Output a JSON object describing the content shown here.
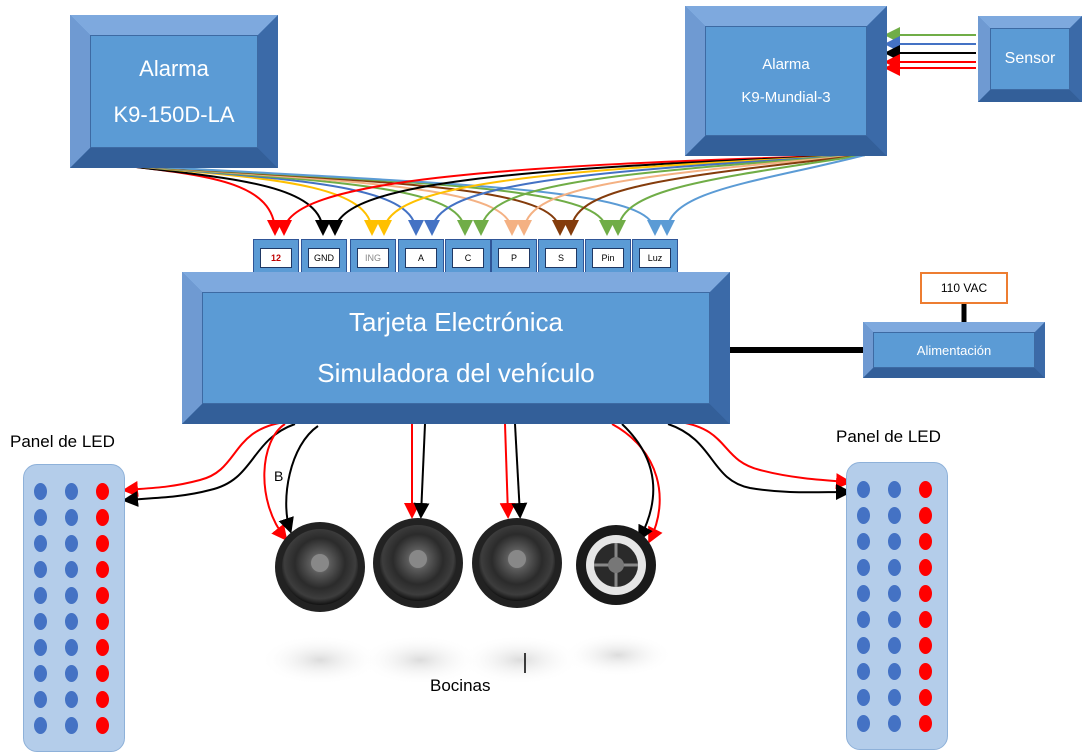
{
  "alarm_left": {
    "line1": "Alarma",
    "line2": "K9-150D-LA"
  },
  "alarm_right": {
    "line1": "Alarma",
    "line2": "K9-Mundial-3"
  },
  "sensor": {
    "label": "Sensor"
  },
  "terminals": [
    "12",
    "GND",
    "ING",
    "A",
    "C",
    "P",
    "S",
    "Pin",
    "Luz"
  ],
  "board": {
    "line1": "Tarjeta Electrónica",
    "line2": "Simuladora del vehículo"
  },
  "power": {
    "vac_label": "110 VAC",
    "supply_label": "Alimentación"
  },
  "panel_left_label": "Panel de LED",
  "panel_right_label": "Panel de LED",
  "speakers_label": "Bocinas",
  "speaker_marker": "B",
  "colors": {
    "box_face": "#5b9bd5",
    "wire_red": "#ff0000",
    "wire_black": "#000000",
    "wire_yellow": "#ffc000",
    "wire_blue": "#4472c4",
    "wire_green": "#70ad47",
    "wire_peach": "#f4b183",
    "wire_brown": "#843c0c",
    "wire_lightblue": "#5b9bd5"
  }
}
